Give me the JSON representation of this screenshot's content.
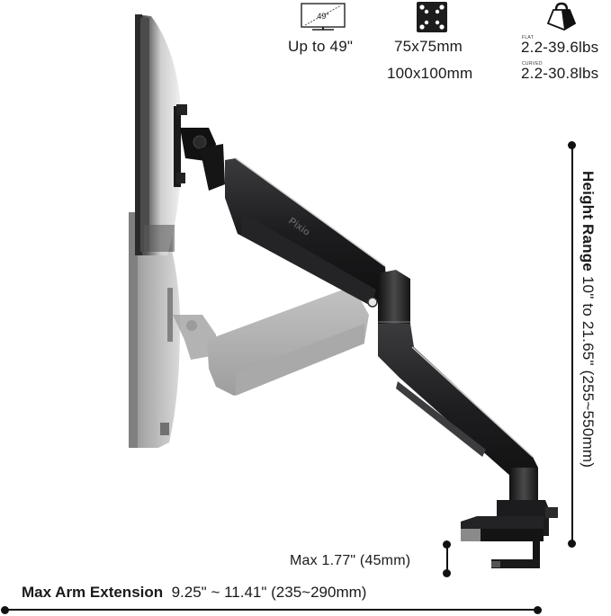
{
  "specs": {
    "screen": {
      "icon": "monitor-icon",
      "icon_text": "49\"",
      "label": "Up to 49\""
    },
    "vesa": {
      "icon": "vesa-plate-icon",
      "line1": "75x75mm",
      "line2": "100x100mm"
    },
    "weight": {
      "icon": "weight-icon",
      "flat_caption": "FLAT",
      "flat_value": "2.2-39.6lbs",
      "curved_caption": "CURVED",
      "curved_value": "2.2-30.8lbs"
    }
  },
  "product": {
    "brand_on_arm": "Pixio",
    "description": "Gas spring monitor arm shown in raised and lowered positions"
  },
  "dimensions": {
    "height_range": {
      "title": "Height Range",
      "value": "10\" to 21.65\" (255~550mm)"
    },
    "clamp_thickness": {
      "value": "Max 1.77\" (45mm)"
    },
    "arm_extension": {
      "title": "Max Arm Extension",
      "value": "9.25\" ~ 11.41\" (235~290mm)"
    }
  },
  "colors": {
    "text": "#1a1a1a",
    "arm_dark": "#1c1c1e",
    "arm_ghost": "#8c8c8c",
    "monitor_ghost": "#9a9a9a",
    "background": "#ffffff"
  }
}
